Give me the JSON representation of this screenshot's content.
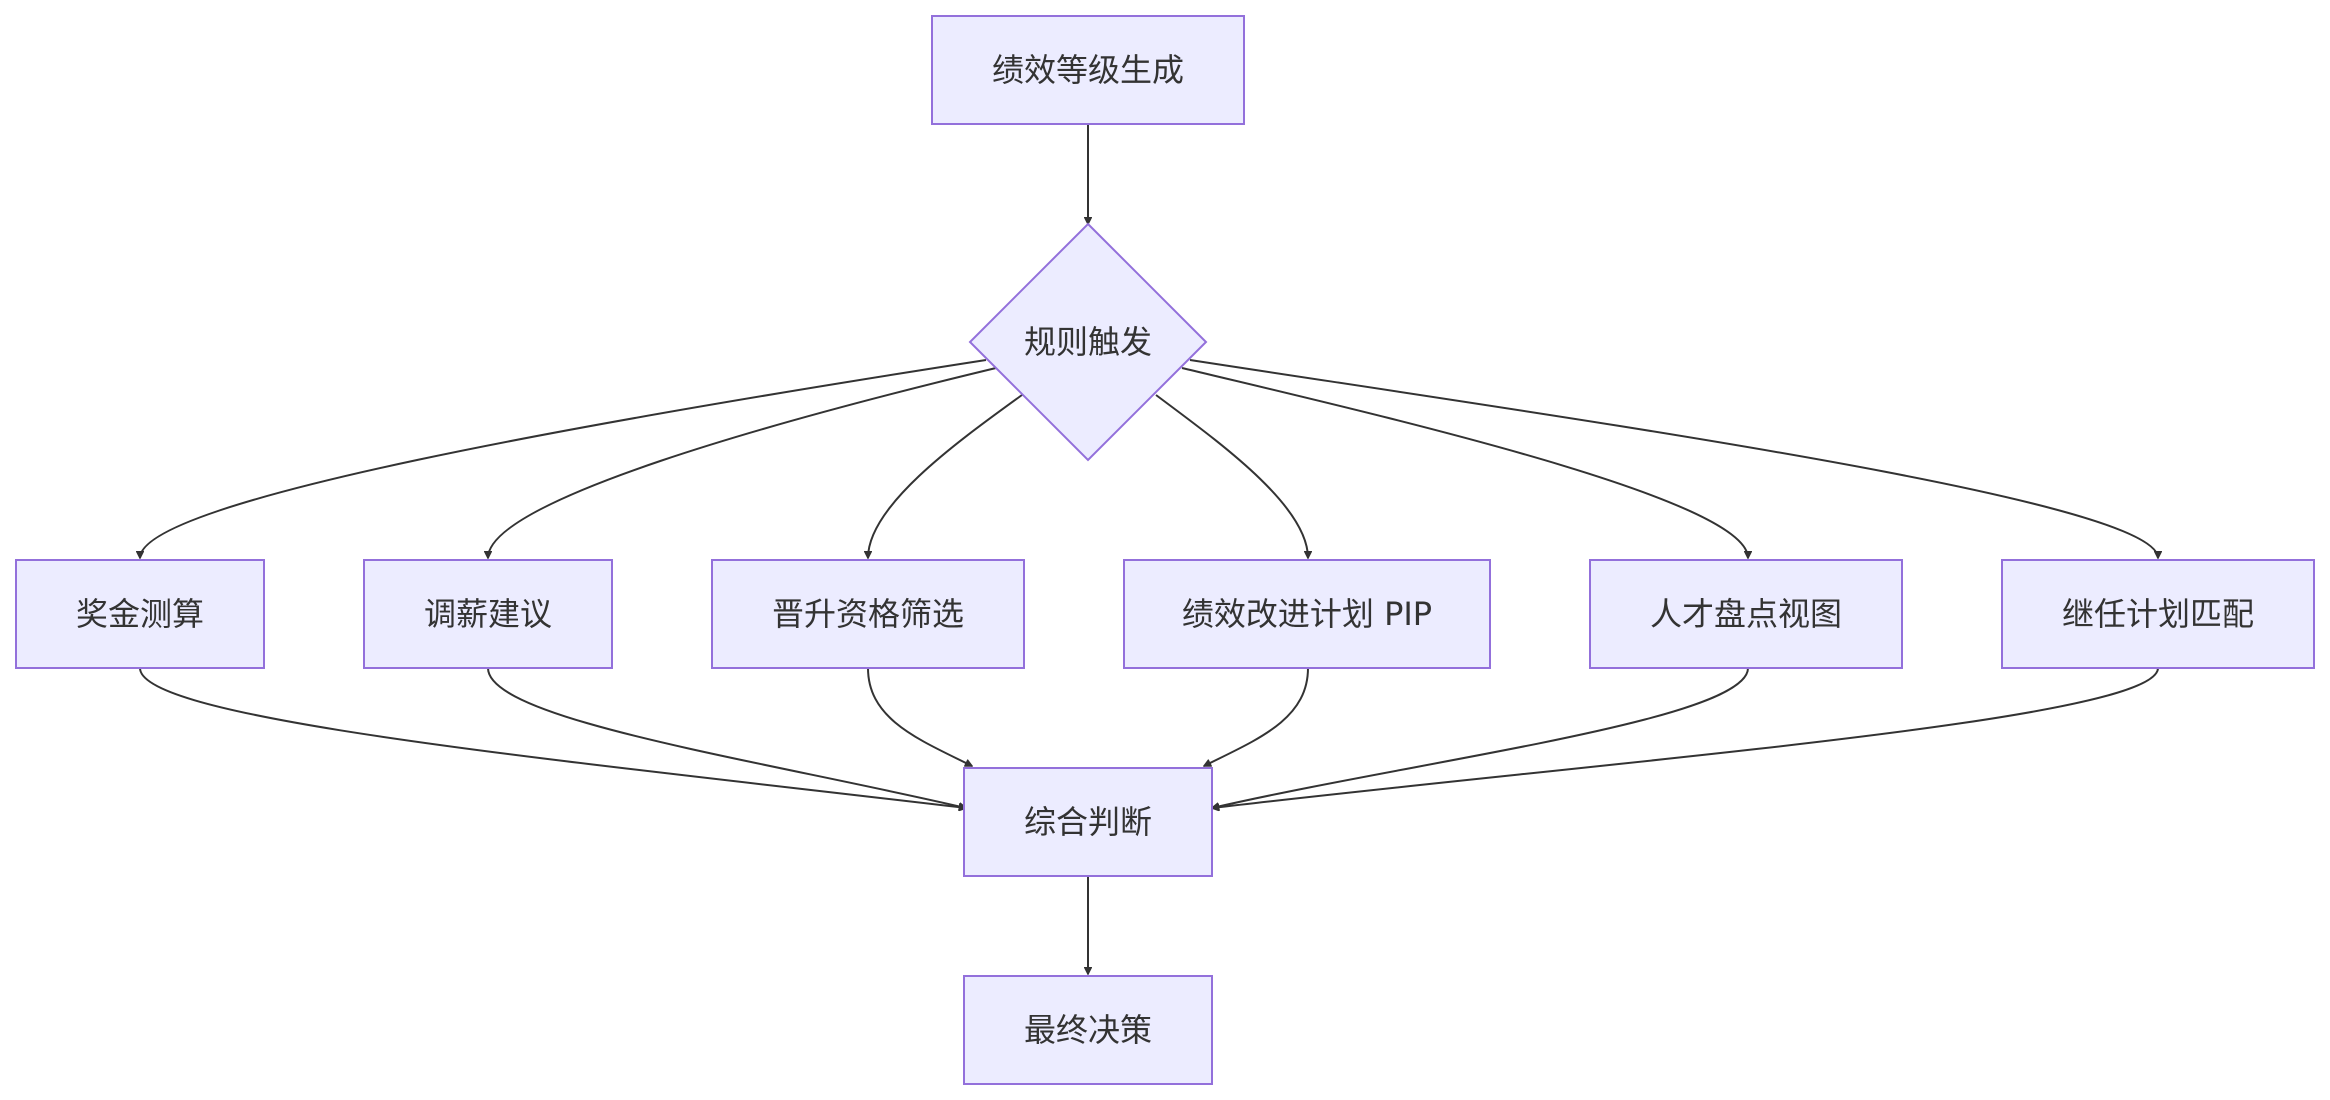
{
  "nodes": {
    "start": {
      "label": "绩效等级生成"
    },
    "rule": {
      "label": "规则触发"
    },
    "bonus": {
      "label": "奖金测算"
    },
    "salary": {
      "label": "调薪建议"
    },
    "promotion": {
      "label": "晋升资格筛选"
    },
    "pip": {
      "label": "绩效改进计划 PIP"
    },
    "talent": {
      "label": "人才盘点视图"
    },
    "succession": {
      "label": "继任计划匹配"
    },
    "judge": {
      "label": "综合判断"
    },
    "final": {
      "label": "最终决策"
    }
  },
  "colors": {
    "node_fill": "#ECECFF",
    "node_stroke": "#9370DB",
    "edge": "#333333",
    "text": "#333333"
  }
}
